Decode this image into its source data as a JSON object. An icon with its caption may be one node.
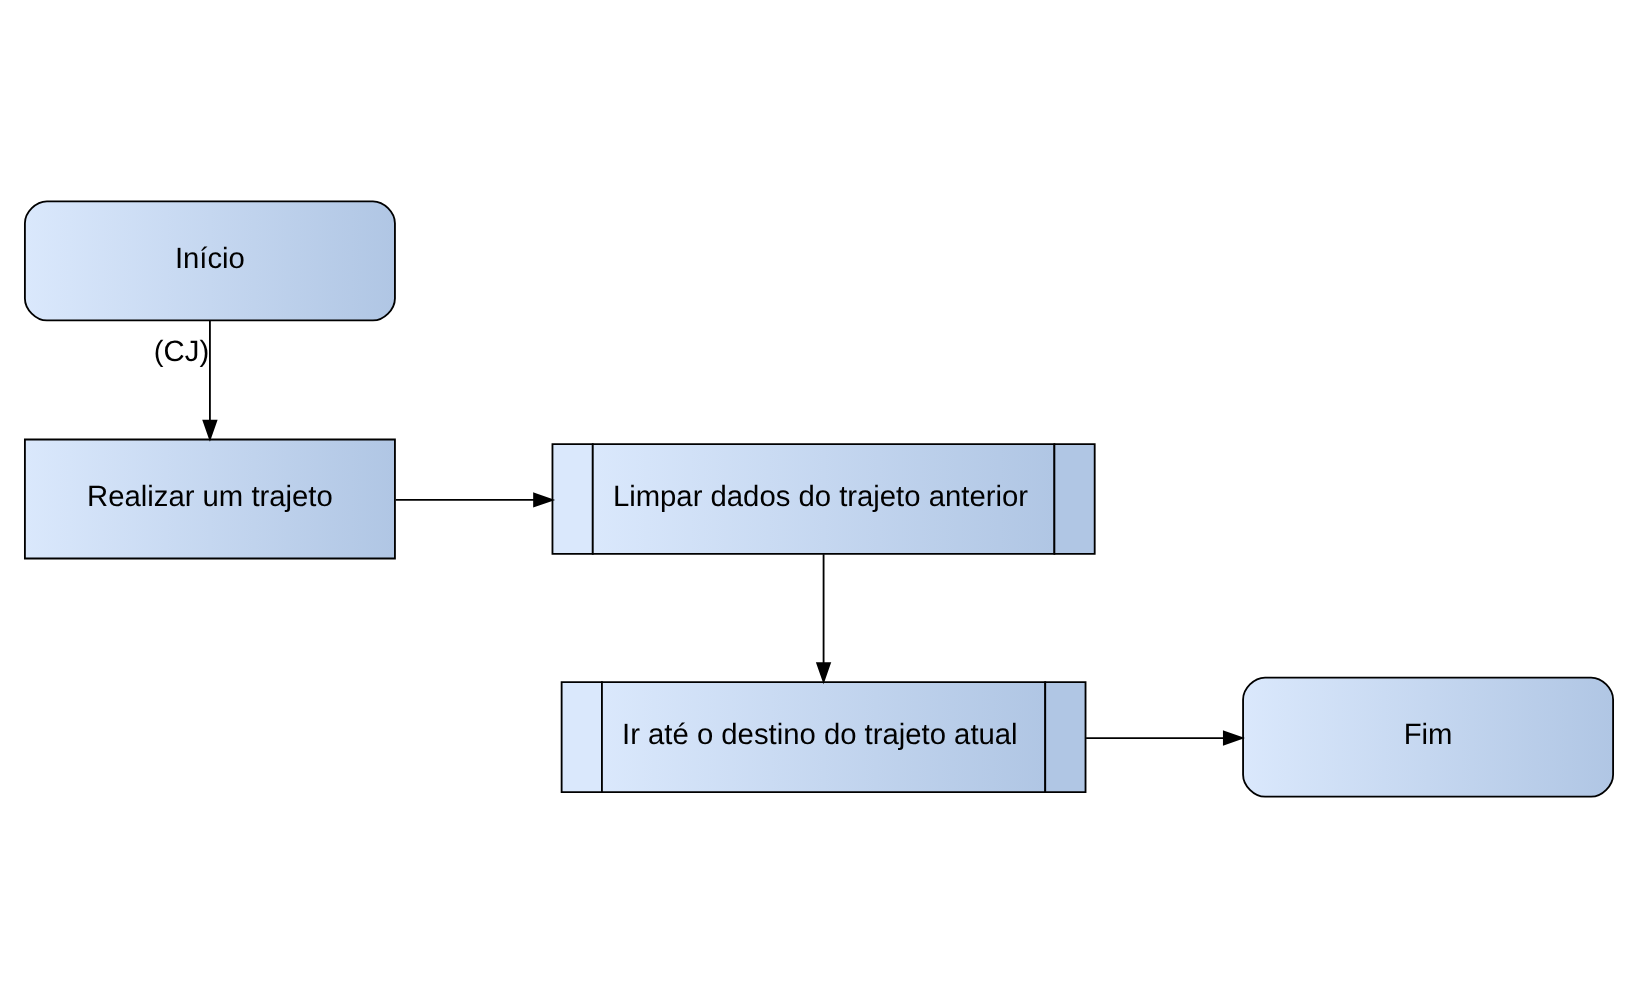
{
  "diagram": {
    "nodes": [
      {
        "text": [
          "Início"
        ]
      },
      {
        "text": [
          "Realizar um trajeto"
        ]
      },
      {
        "text": [
          "Limpar dados do trajeto anterior"
        ]
      },
      {
        "text": [
          "Ir até o destino do trajeto atual"
        ]
      },
      {
        "text": [
          "Fim"
        ]
      }
    ],
    "edges": [
      {
        "from": 0,
        "to": 1,
        "arrow": "to",
        "label": "(CJ)"
      },
      {
        "from": 1,
        "to": 2,
        "arrow": "to"
      },
      {
        "from": 2,
        "to": 3,
        "arrow": "to"
      },
      {
        "from": 3,
        "to": 4,
        "arrow": "to"
      }
    ]
  }
}
